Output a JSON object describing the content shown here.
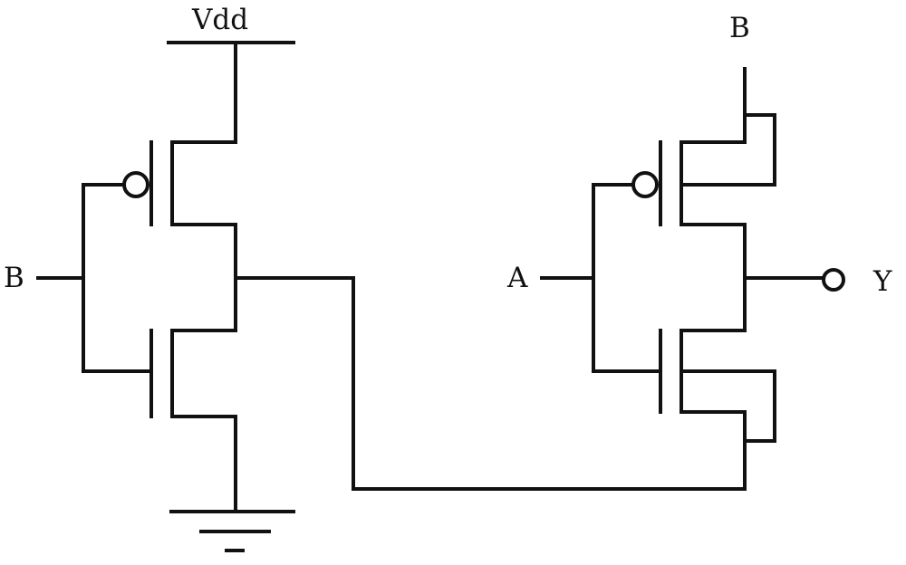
{
  "labels": {
    "vdd": "Vdd",
    "b_left": "B",
    "b_top": "B",
    "a": "A",
    "y": "Y"
  },
  "colors": {
    "line": "#111111",
    "background": "#ffffff"
  }
}
